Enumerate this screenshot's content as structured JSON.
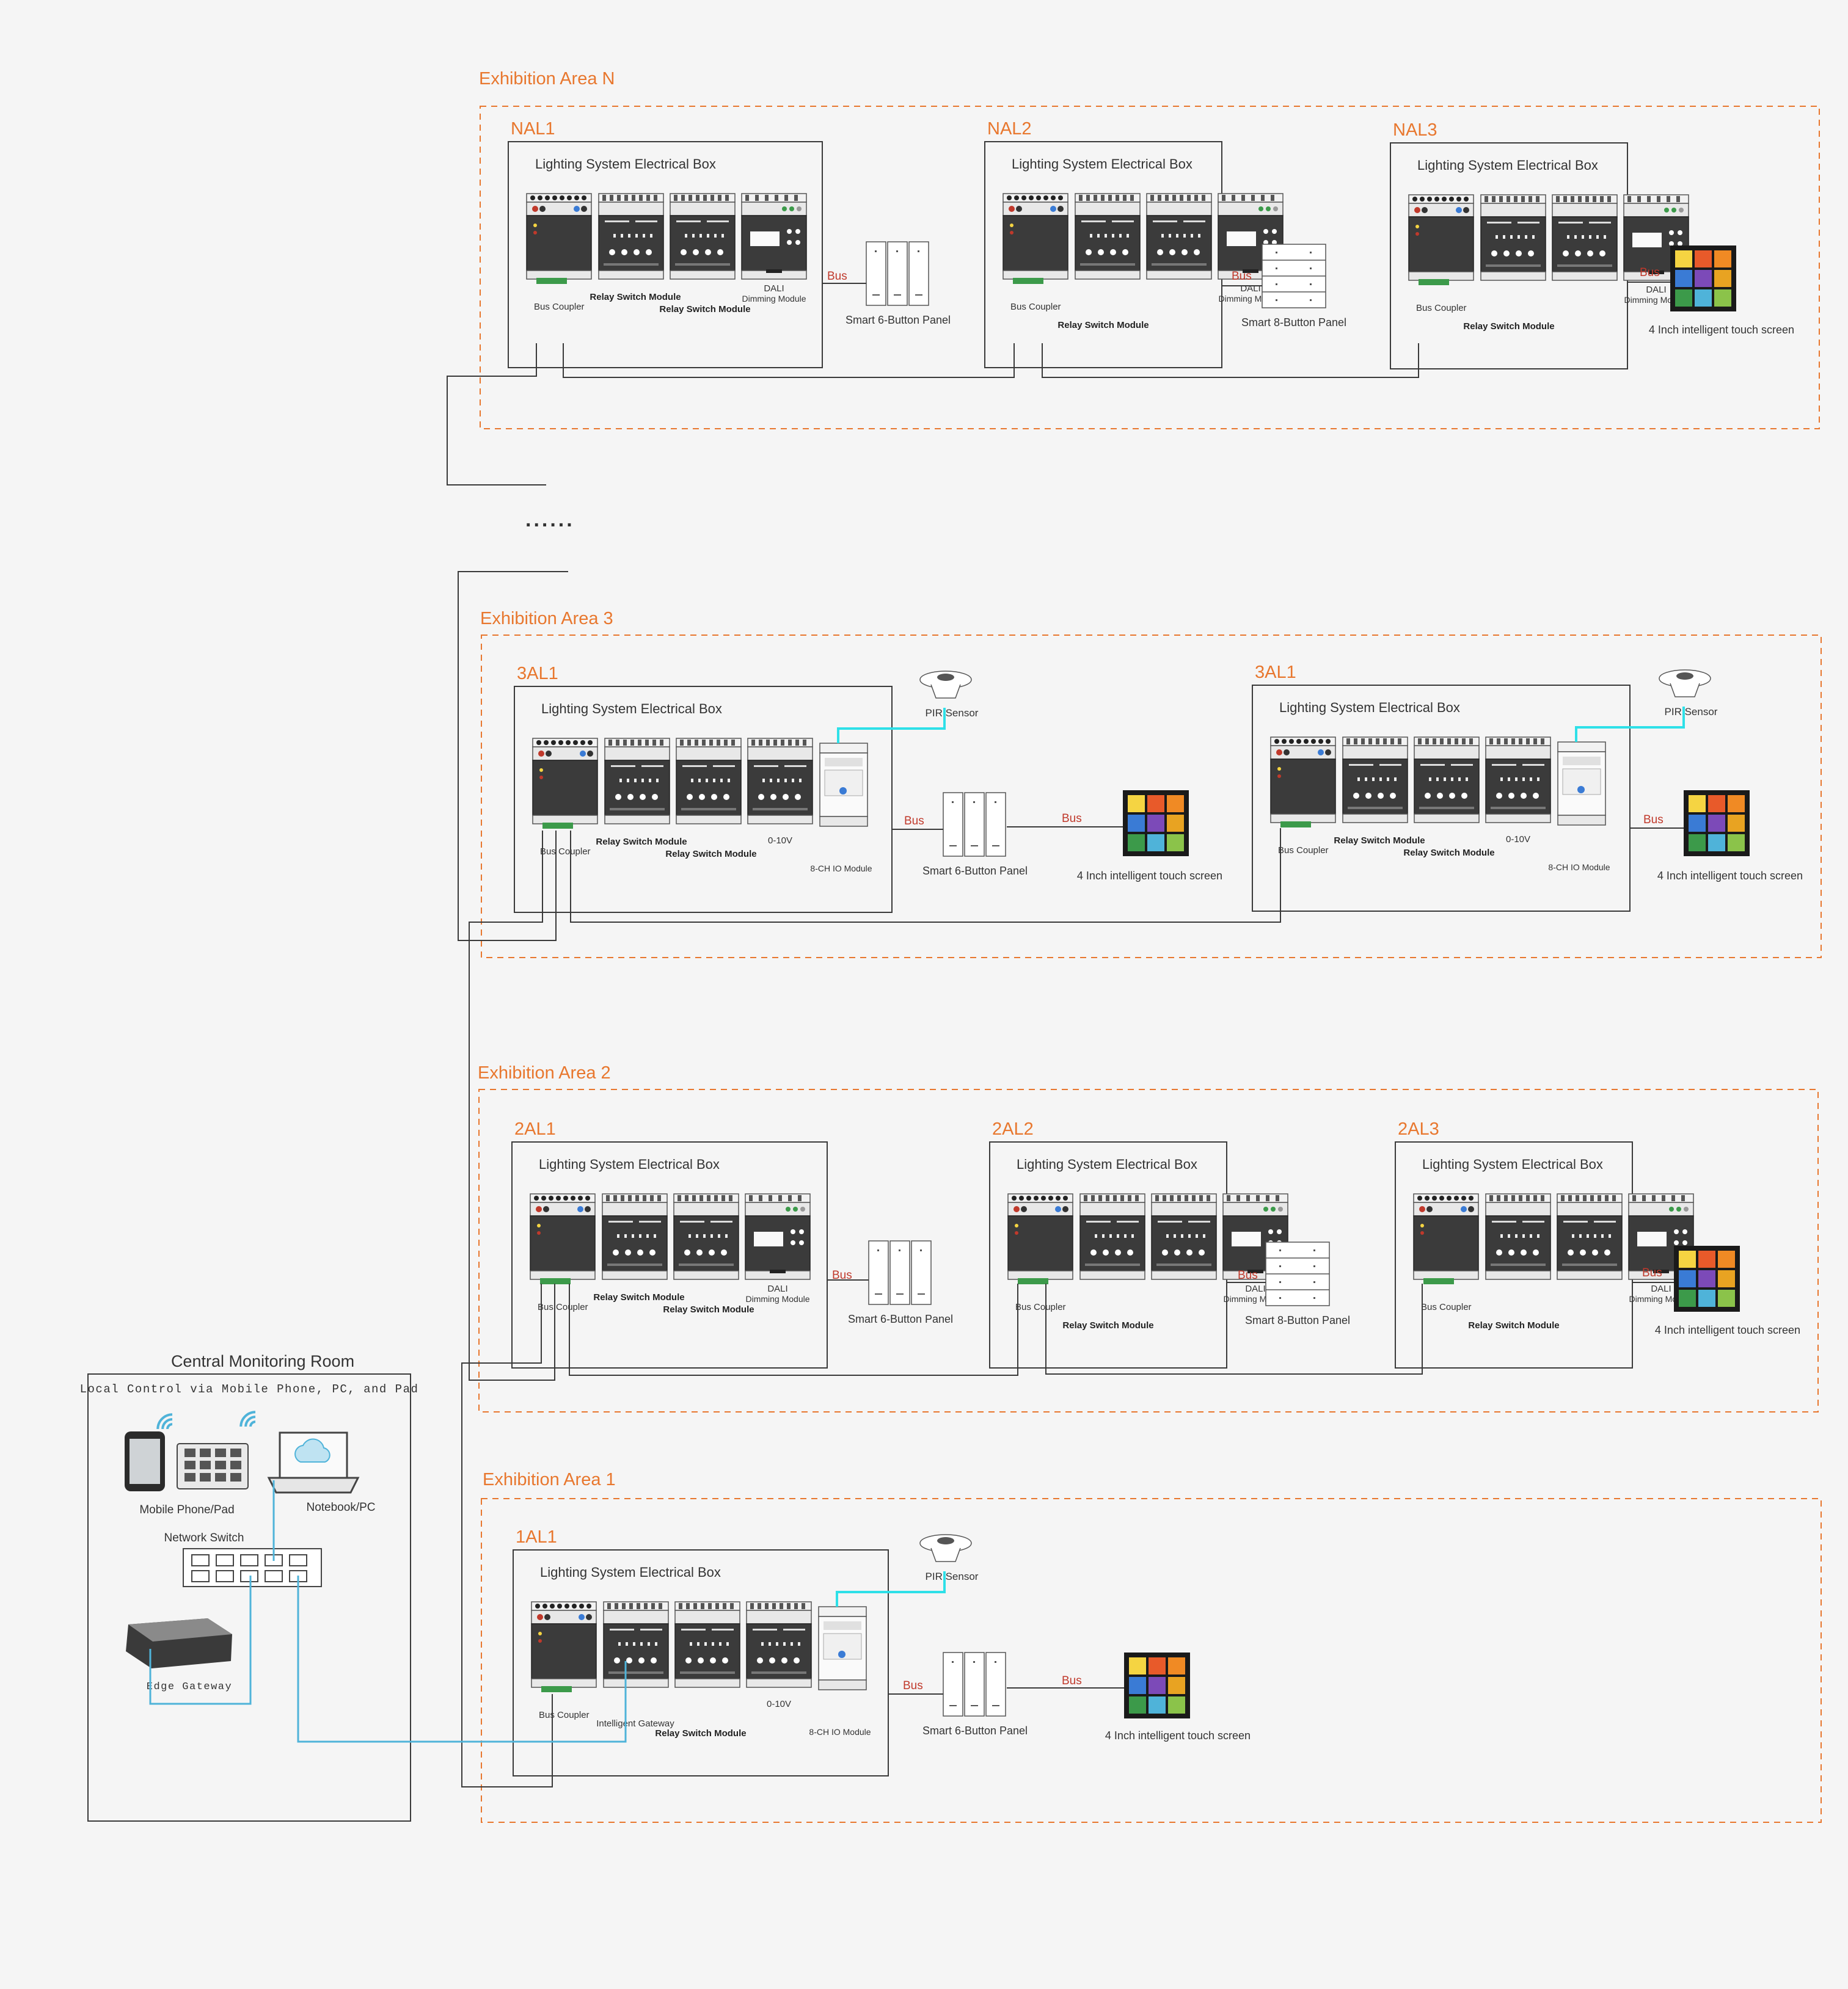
{
  "colors": {
    "accent_orange": "#e8772e",
    "bus_red": "#c0392b",
    "wire_cyan": "#4fb3d9",
    "sensor_cyan": "#2ee0e8",
    "line": "#3a3a3a",
    "module_dark": "#3b3b3b",
    "background": "#f5f5f5"
  },
  "labels": {
    "box_title": "Lighting System Electrical Box",
    "bus": "Bus",
    "bus_coupler": "Bus Coupler",
    "relay_switch_module": "Relay Switch Module",
    "dali": "DALI",
    "dimming_module": "Dimming Module",
    "zero_ten_v": "0-10V",
    "io_module": "8-CH IO Module",
    "pir_sensor": "PIR Sensor",
    "panel_6": "Smart 6-Button Panel",
    "panel_8": "Smart 8-Button Panel",
    "touch_screen": "4 Inch intelligent touch screen",
    "intelligent_gateway": "Intelligent Gateway",
    "ellipsis": "......"
  },
  "areas": {
    "n": {
      "title": "Exhibition Area N",
      "boxes": [
        "NAL1",
        "NAL2",
        "NAL3"
      ]
    },
    "a3": {
      "title": "Exhibition Area 3",
      "boxes": [
        "3AL1",
        "3AL1"
      ]
    },
    "a2": {
      "title": "Exhibition Area 2",
      "boxes": [
        "2AL1",
        "2AL2",
        "2AL3"
      ]
    },
    "a1": {
      "title": "Exhibition Area 1",
      "boxes": [
        "1AL1"
      ]
    }
  },
  "control_room": {
    "title": "Central Monitoring Room",
    "subtitle": "Local Control via Mobile Phone, PC, and Pad",
    "mobile": "Mobile Phone/Pad",
    "notebook": "Notebook/PC",
    "network_switch": "Network Switch",
    "edge_gateway": "Edge Gateway"
  }
}
